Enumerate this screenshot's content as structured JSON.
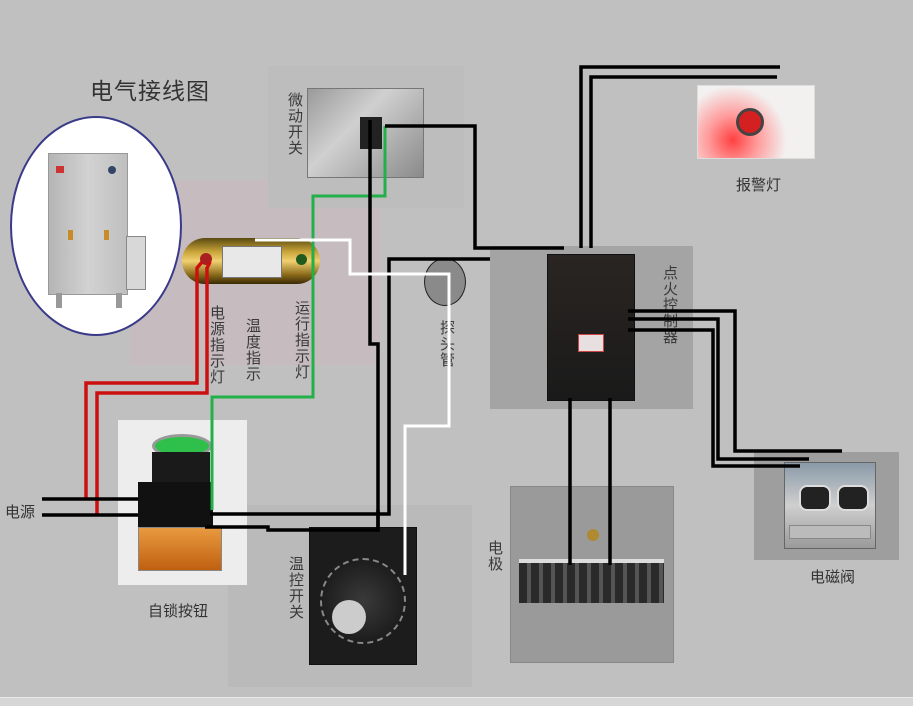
{
  "title": "电气接线图",
  "components": {
    "micro_switch": {
      "label": "微动开关"
    },
    "power_indicator": {
      "label": "电源指示灯"
    },
    "temperature_indicator": {
      "label": "温度指示"
    },
    "running_indicator": {
      "label": "运行指示灯"
    },
    "probe_tube": {
      "label": "探头管"
    },
    "ignition_controller": {
      "label": "点火控制器"
    },
    "alarm_light": {
      "label": "报警灯"
    },
    "solenoid_valve": {
      "label": "电磁阀"
    },
    "electrode": {
      "label": "电极"
    },
    "temperature_switch": {
      "label": "温控开关"
    },
    "self_locking_button": {
      "label": "自锁按钮"
    },
    "power_supply": {
      "label": "电源"
    }
  },
  "colors": {
    "background": "#c0c0c0",
    "wire_black": "#000000",
    "wire_red": "#cc1010",
    "wire_green": "#22b04a",
    "wire_white": "#ffffff",
    "oval_border": "#3a3a8a"
  }
}
